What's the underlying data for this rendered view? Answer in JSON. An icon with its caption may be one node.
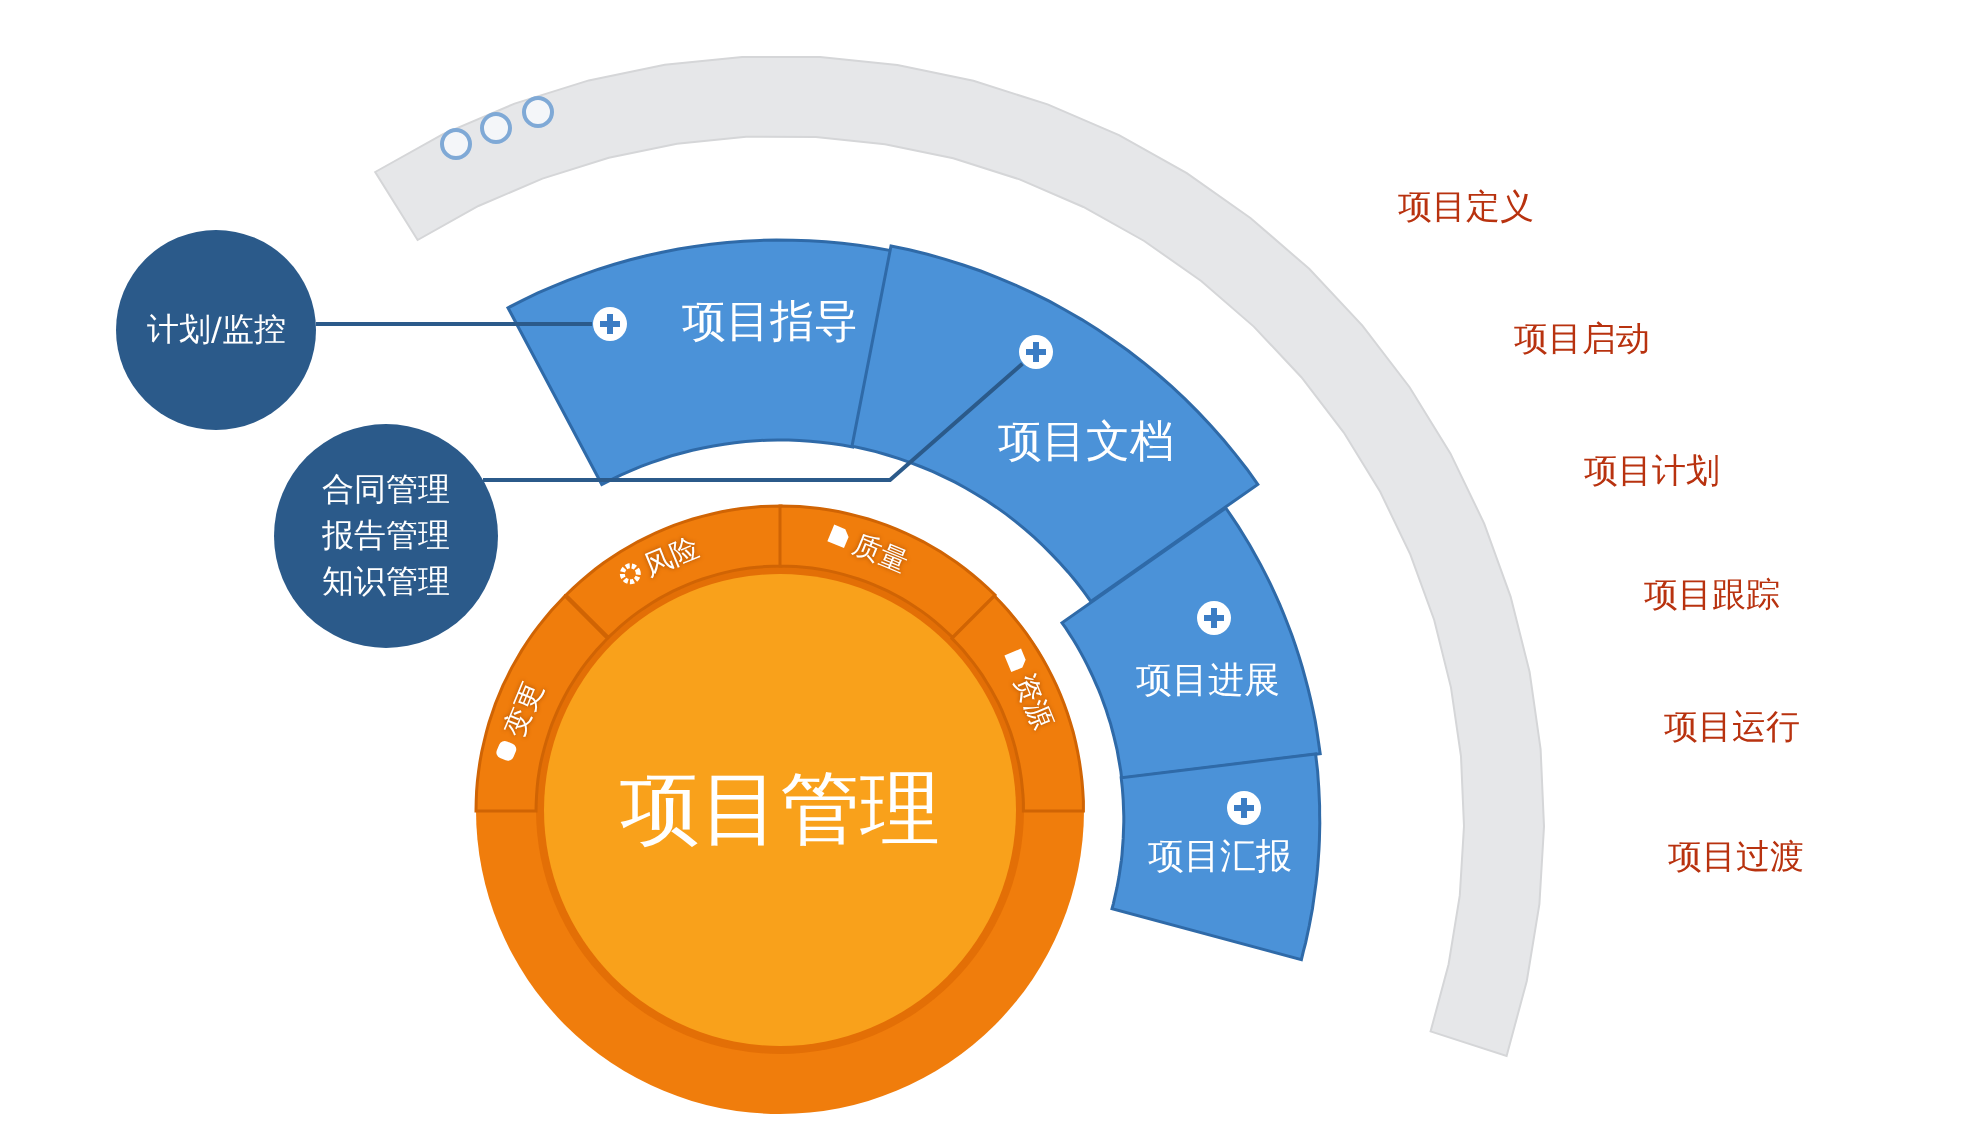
{
  "diagram": {
    "nodes": [
      {
        "text": [
          "项目管理"
        ]
      },
      {
        "text": [
          "变更"
        ],
        "in": 0
      },
      {
        "text": [
          "风险"
        ],
        "in": 0
      },
      {
        "text": [
          "质量"
        ],
        "in": 0
      },
      {
        "text": [
          "资源"
        ],
        "in": 0
      },
      {
        "text": [
          "项目指导"
        ]
      },
      {
        "text": [
          "项目文档"
        ]
      },
      {
        "text": [
          "项目进展"
        ]
      },
      {
        "text": [
          "项目汇报"
        ]
      },
      {
        "text": [
          "计划/监控"
        ]
      },
      {
        "text": [
          "合同管理",
          "报告管理",
          "知识管理"
        ]
      }
    ],
    "edges": [
      {
        "from": 9,
        "to": 5,
        "arrow": "none"
      },
      {
        "from": 10,
        "to": 6,
        "arrow": "none"
      }
    ],
    "labels": [
      "项目定义",
      "项目启动",
      "项目计划",
      "项目跟踪",
      "项目运行",
      "项目过渡"
    ]
  }
}
